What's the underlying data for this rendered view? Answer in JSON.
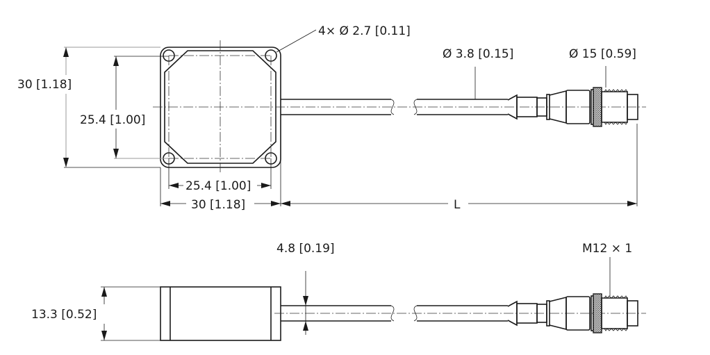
{
  "top_view": {
    "hole_callout": "4× Ø 2.7 [0.11]",
    "cable_diameter": "Ø 3.8 [0.15]",
    "connector_diameter": "Ø 15 [0.59]",
    "height_outer": "30 [1.18]",
    "height_hole_spacing": "25.4 [1.00]",
    "width_hole_spacing": "25.4 [1.00]",
    "width_outer": "30 [1.18]",
    "length": "L"
  },
  "side_view": {
    "cable_offset": "4.8 [0.19]",
    "thread": "M12 × 1",
    "thickness": "13.3 [0.52]"
  }
}
